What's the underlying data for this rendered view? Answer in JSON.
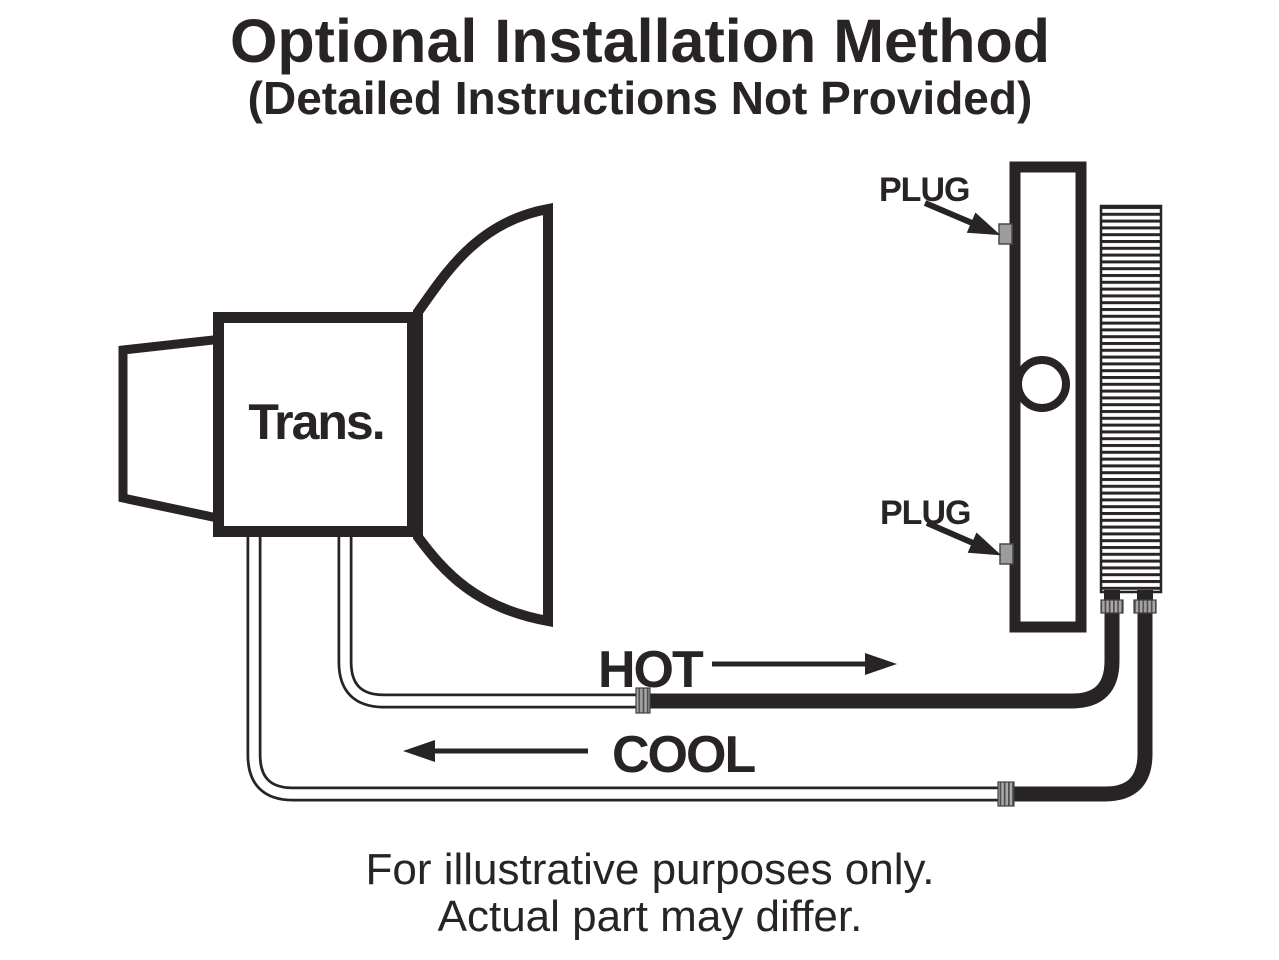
{
  "title": "Optional Installation Method",
  "subtitle": "(Detailed Instructions Not Provided)",
  "diagram": {
    "transmission_label": "Trans.",
    "plug_top_label": "PLUG",
    "plug_bottom_label": "PLUG",
    "hot_label": "HOT",
    "cool_label": "COOL",
    "hot_flow_direction": "right",
    "cool_flow_direction": "left"
  },
  "footer": {
    "line1": "For illustrative purposes only.",
    "line2": "Actual part may differ."
  },
  "colors": {
    "ink": "#282425",
    "plug_gray": "#9c9c9c",
    "fitting_gray": "#a8a8a8",
    "background": "#ffffff"
  }
}
